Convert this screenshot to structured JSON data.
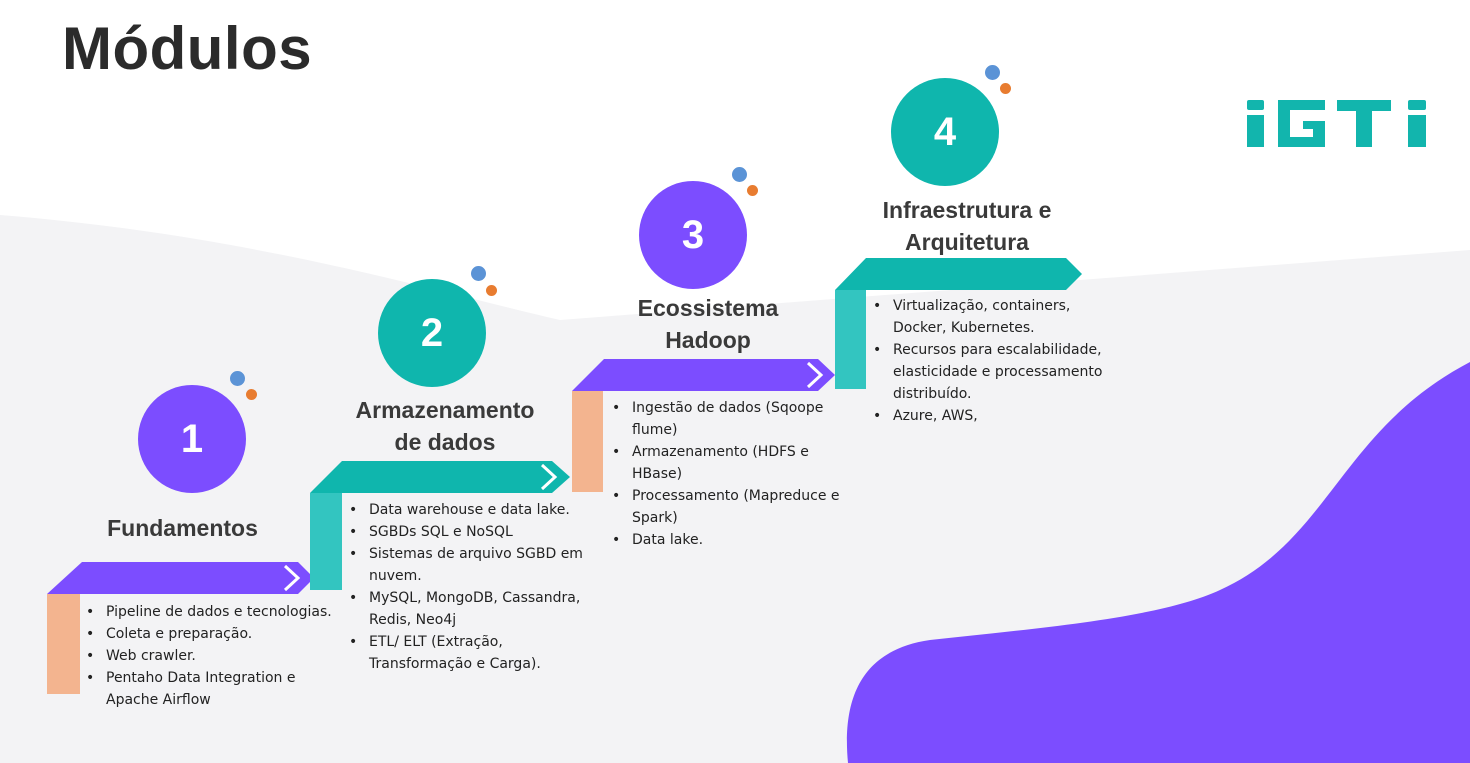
{
  "page": {
    "title": "Módulos"
  },
  "logo": {
    "text": "iGTi",
    "color": "#12b5ad"
  },
  "colors": {
    "purple": "#7c4dff",
    "teal": "#0fb6ad",
    "teal_light": "#33c5c0",
    "peach": "#f3b48f",
    "dot_blue": "#5b93d6",
    "dot_orange": "#e87c30",
    "blob": "#7c4dff",
    "wave": "#f3f3f5"
  },
  "modules": [
    {
      "number": "1",
      "title": "Fundamentos",
      "items": [
        "Pipeline de dados e tecnologias.",
        "Coleta e preparação.",
        "Web crawler.",
        "Pentaho Data Integration e Apache Airflow"
      ]
    },
    {
      "number": "2",
      "title": "Armazenamento de dados",
      "items": [
        "Data warehouse e data lake.",
        "SGBDs SQL e NoSQL",
        "Sistemas de arquivo SGBD em nuvem.",
        "MySQL, MongoDB, Cassandra, Redis, Neo4j",
        "ETL/ ELT (Extração, Transformação e Carga)."
      ]
    },
    {
      "number": "3",
      "title": "Ecossistema Hadoop",
      "items": [
        "Ingestão de dados (Sqoope flume)",
        "Armazenamento (HDFS e HBase)",
        "Processamento (Mapreduce e Spark)",
        "Data lake."
      ]
    },
    {
      "number": "4",
      "title": "Infraestrutura e Arquitetura",
      "items": [
        "Virtualização, containers, Docker, Kubernetes.",
        "Recursos para escalabilidade, elasticidade e processamento distribuído.",
        "Azure, AWS,"
      ]
    }
  ]
}
